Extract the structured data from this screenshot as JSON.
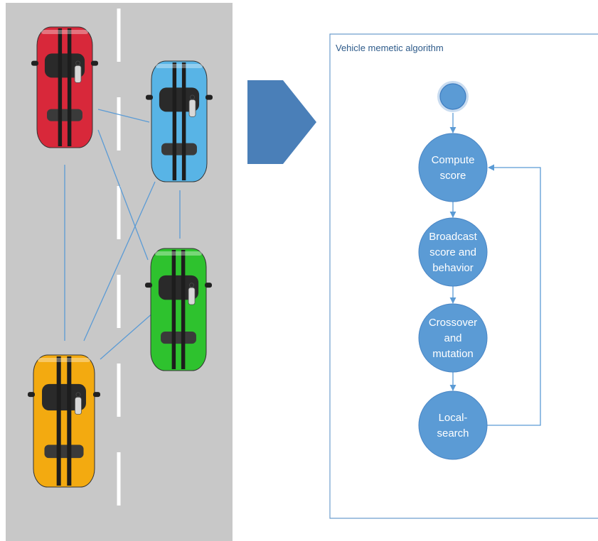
{
  "frame": {
    "title": "Vehicle memetic algorithm"
  },
  "road": {
    "vehicles": [
      {
        "name": "red-car",
        "color": "#d8283a"
      },
      {
        "name": "blue-car",
        "color": "#58b4e6"
      },
      {
        "name": "green-car",
        "color": "#2ec22e"
      },
      {
        "name": "yellow-car",
        "color": "#f3aa10"
      }
    ],
    "links": [
      [
        "red-car",
        "blue-car"
      ],
      [
        "red-car",
        "green-car"
      ],
      [
        "red-car",
        "yellow-car"
      ],
      [
        "blue-car",
        "green-car"
      ],
      [
        "blue-car",
        "yellow-car"
      ],
      [
        "green-car",
        "yellow-car"
      ]
    ]
  },
  "flow": {
    "start_node": "start-node",
    "steps": [
      {
        "lines": [
          "Compute",
          "score"
        ]
      },
      {
        "lines": [
          "Broadcast",
          "score and",
          "behavior"
        ]
      },
      {
        "lines": [
          "Crossover",
          "and",
          "mutation"
        ]
      },
      {
        "lines": [
          "Local-",
          "search"
        ]
      }
    ],
    "loop_back": {
      "from_step": 4,
      "to_step": 1
    }
  },
  "colors": {
    "node_fill": "#5b9bd5",
    "connector": "#5b9bd5",
    "frame_border": "#6d9ecd",
    "road": "#c8c8c8",
    "lane_marking": "#ffffff",
    "arrow_shape": "#4a7fb8"
  }
}
